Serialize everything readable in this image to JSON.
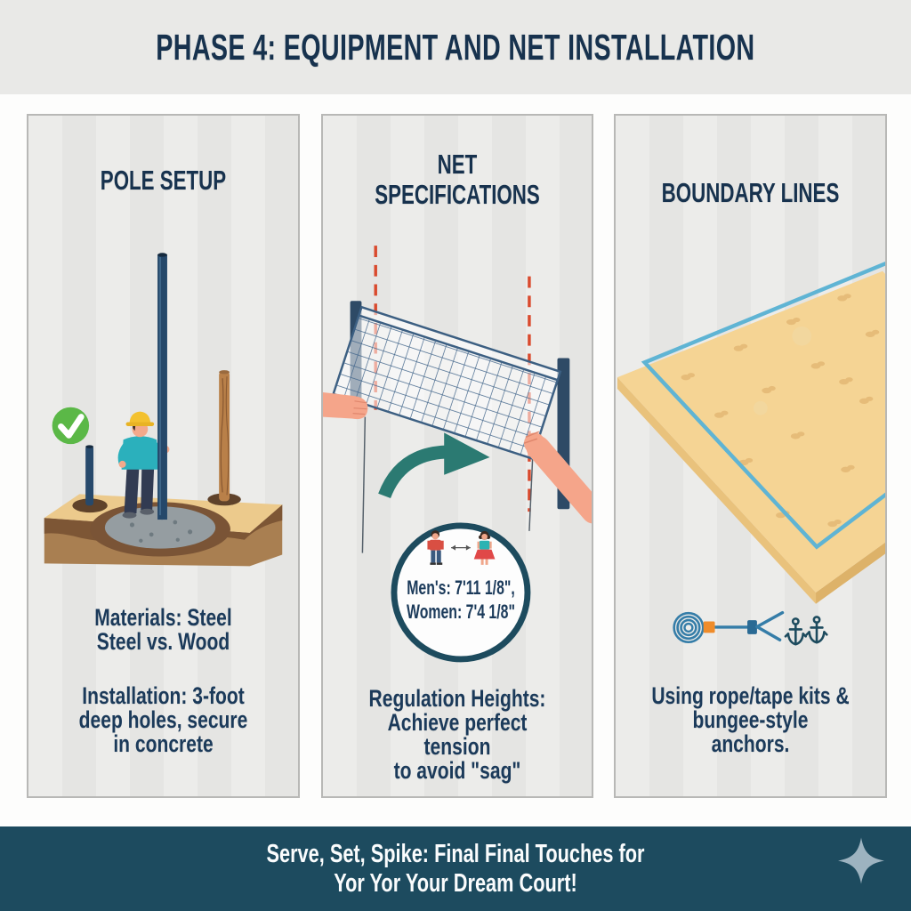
{
  "header": {
    "title": "PHASE 4: EQUIPMENT AND NET INSTALLATION"
  },
  "panels": {
    "pole_setup": {
      "title": "POLE SETUP",
      "materials_text": "Materials: Steel\nSteel vs. Wood",
      "installation_text": "Installation: 3-foot\ndeep holes, secure\nin concrete"
    },
    "net_specifications": {
      "title": "NET\nSPECIFICATIONS",
      "height_specs": "Men's: 7'11 1/8\",\nWomen: 7'4 1/8\"",
      "regulation_text": "Regulation Heights:\nAchieve perfect tension\nto avoid \"sag\""
    },
    "boundary_lines": {
      "title": "BOUNDARY LINES",
      "anchors_text": "Using rope/tape kits &\nbungee-style\nanchors."
    }
  },
  "footer": {
    "tagline": "Serve, Set, Spike: Final Final Touches for\nYor Yor Your Dream Court!"
  },
  "icons": {
    "check_icon": "green-circle-checkmark",
    "tension_arrow_icon": "curved-right-arrow",
    "men_women_figures": "male-female-height-comparison",
    "height_guide_icon": "red-dashed-vertical-guide",
    "rope_kit_icon": "rope-coil-with-bungee-hook",
    "anchor_icon": "anchor",
    "sparkle_icon": "four-point-sparkle"
  },
  "colors": {
    "navy_text": "#17324e",
    "header_bg": "#e9e9e7",
    "panel_bg": "#eaeae8",
    "footer_bg": "#1d4b5f",
    "check_green": "#5bb847",
    "arrow_teal": "#2b7a72",
    "guide_red": "#d94a2e",
    "steel_blue": "#2e4a66",
    "wood_brown": "#b98049",
    "sand": "#f5d494",
    "boundary_blue": "#5fb4d4",
    "rope_blue": "#357da8",
    "connector_orange": "#ef8c2a",
    "sparkle": "#9db3c0"
  }
}
